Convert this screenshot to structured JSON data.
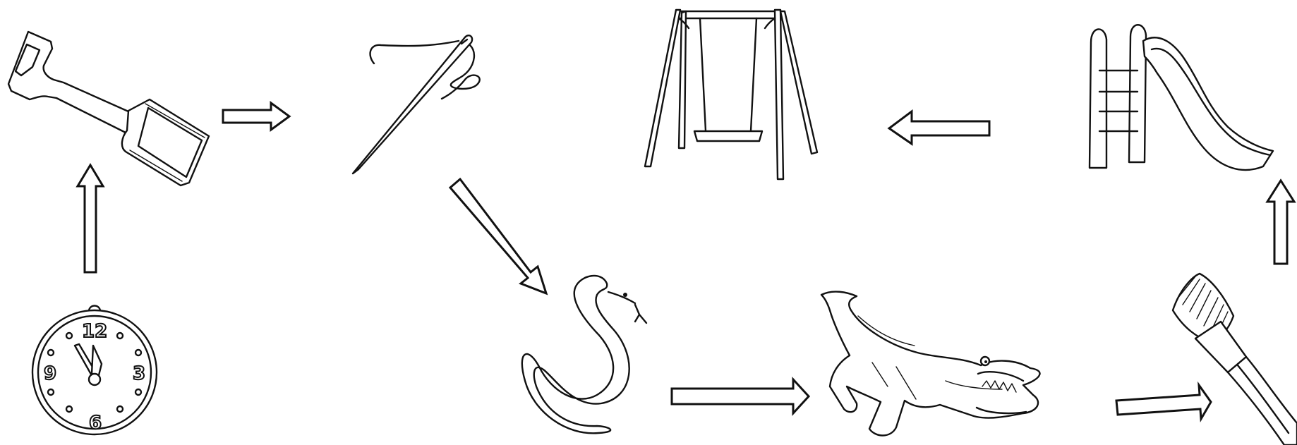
{
  "diagram": {
    "nodes": [
      {
        "id": "clock",
        "icon": "clock-icon"
      },
      {
        "id": "shovel",
        "icon": "shovel-icon"
      },
      {
        "id": "needle",
        "icon": "needle-icon"
      },
      {
        "id": "snake",
        "icon": "snake-icon"
      },
      {
        "id": "crocodile",
        "icon": "crocodile-icon"
      },
      {
        "id": "brush",
        "icon": "brush-icon"
      },
      {
        "id": "slide",
        "icon": "slide-icon"
      },
      {
        "id": "swing",
        "icon": "swing-icon"
      }
    ],
    "edges": [
      {
        "from": "clock",
        "to": "shovel"
      },
      {
        "from": "shovel",
        "to": "needle"
      },
      {
        "from": "needle",
        "to": "snake"
      },
      {
        "from": "snake",
        "to": "crocodile"
      },
      {
        "from": "crocodile",
        "to": "brush"
      },
      {
        "from": "brush",
        "to": "slide"
      },
      {
        "from": "slide",
        "to": "swing"
      }
    ],
    "clock_numbers": {
      "n12": "12",
      "n3": "3",
      "n6": "6",
      "n9": "9"
    },
    "colors": {
      "stroke": "#111111",
      "background": "#ffffff"
    }
  }
}
